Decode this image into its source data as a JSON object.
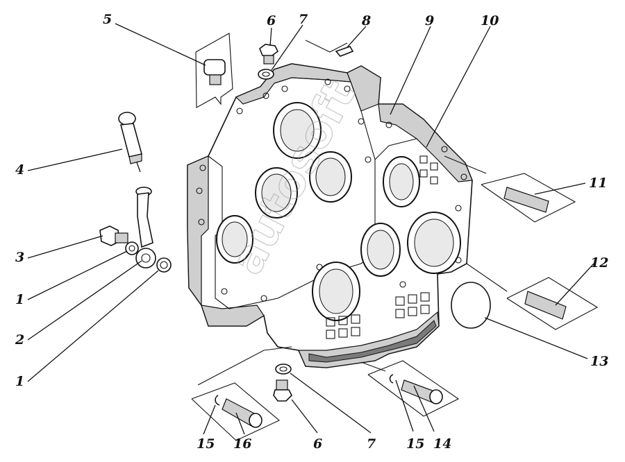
{
  "labels": {
    "l1a": "1",
    "l1b": "1",
    "l2": "2",
    "l3": "3",
    "l4": "4",
    "l5": "5",
    "l6a": "6",
    "l6b": "6",
    "l7a": "7",
    "l7b": "7",
    "l8": "8",
    "l9": "9",
    "l10": "10",
    "l11": "11",
    "l12": "12",
    "l13": "13",
    "l14": "14",
    "l15a": "15",
    "l15b": "15",
    "l16": "16"
  },
  "watermark": "autosoft"
}
